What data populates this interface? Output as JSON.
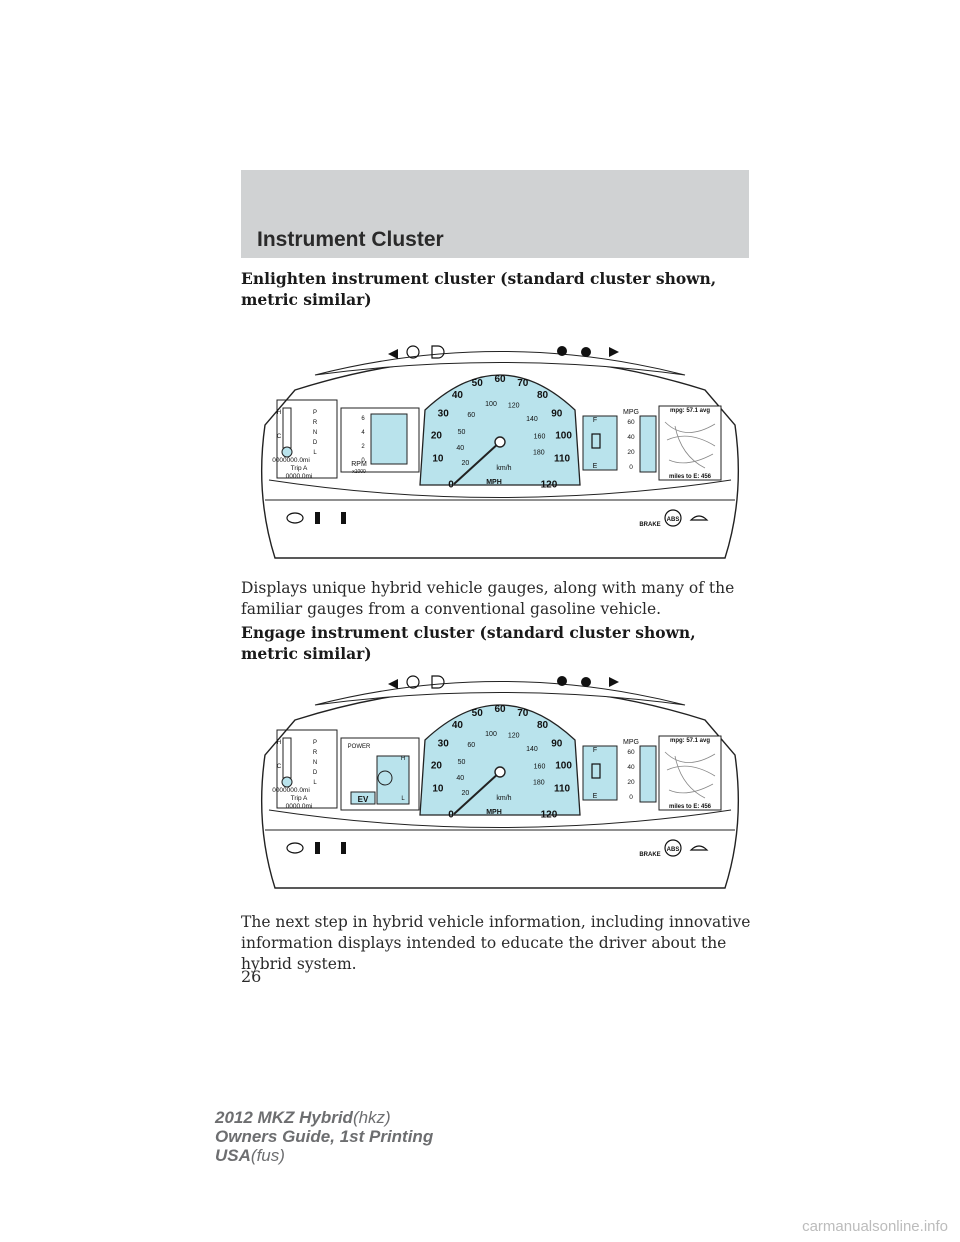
{
  "header": {
    "title": "Instrument Cluster"
  },
  "sections": [
    {
      "heading": "Enlighten instrument cluster (standard cluster shown, metric similar)",
      "description": "Displays unique hybrid vehicle gauges, along with many of the familiar gauges from a conventional gasoline vehicle."
    },
    {
      "heading": "Engage instrument cluster (standard cluster shown, metric similar)",
      "description": "The next step in hybrid vehicle information, including innovative information displays intended to educate the driver about the hybrid system."
    }
  ],
  "cluster": {
    "mph_labels": [
      "0",
      "10",
      "20",
      "30",
      "40",
      "50",
      "60",
      "70",
      "80",
      "90",
      "100",
      "110",
      "120"
    ],
    "kmh_labels": [
      "20",
      "40",
      "50",
      "60",
      "100",
      "120",
      "140",
      "160",
      "180"
    ],
    "mph_unit": "MPH",
    "kmh_unit": "km/h",
    "gear_letters": [
      "P",
      "R",
      "N",
      "D",
      "L"
    ],
    "temp_hot": "H",
    "temp_cold": "C",
    "odometer": "0000000.0mi",
    "trip_label": "Trip A",
    "trip_value": "0000.0mi",
    "rpm_label": "RPM",
    "rpm_multiplier": "x1000",
    "rpm_ticks": [
      "6",
      "4",
      "2",
      "0"
    ],
    "fuel_full": "F",
    "fuel_empty": "E",
    "mpg_label": "MPG",
    "mpg_ticks": [
      "60",
      "40",
      "20",
      "0"
    ],
    "mpg_avg": "mpg: 57.1 avg",
    "miles_to_empty": "miles to E: 456",
    "brake_label": "BRAKE",
    "abs_label": "ABS",
    "power_label": "POWER",
    "ev_label": "EV",
    "battery_high": "H",
    "battery_low": "L"
  },
  "page_number": "26",
  "footer": {
    "line1_bold": "2012 MKZ Hybrid",
    "line1_code": "(hkz)",
    "line2": "Owners Guide, 1st Printing",
    "line3_bold": "USA",
    "line3_code": "(fus)"
  },
  "watermark": "carmanualsonline.info"
}
